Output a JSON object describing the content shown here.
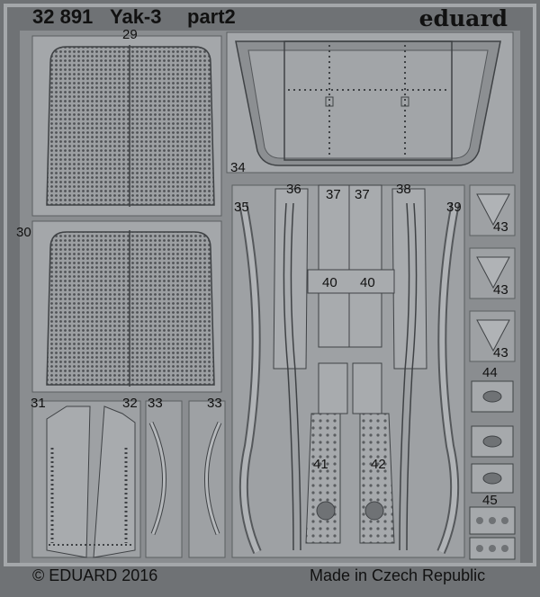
{
  "header": {
    "set_number": "32 891",
    "aircraft": "Yak-3",
    "part": "part2",
    "brand": "eduard"
  },
  "footer": {
    "copyright": "© EDUARD 2016",
    "origin": "Made in Czech Republic"
  },
  "part_numbers": {
    "p29": "29",
    "p30": "30",
    "p31": "31",
    "p32": "32",
    "p33a": "33",
    "p33b": "33",
    "p34": "34",
    "p35": "35",
    "p36": "36",
    "p37a": "37",
    "p37b": "37",
    "p38": "38",
    "p39": "39",
    "p40a": "40",
    "p40b": "40",
    "p41": "41",
    "p42": "42",
    "p43a": "43",
    "p43b": "43",
    "p43c": "43",
    "p44": "44",
    "p45": "45"
  },
  "colors": {
    "background": "#6f7275",
    "fret_metal": "#a4a7aa",
    "panel_dark": "#55585b",
    "rivet": "#3f4245"
  }
}
